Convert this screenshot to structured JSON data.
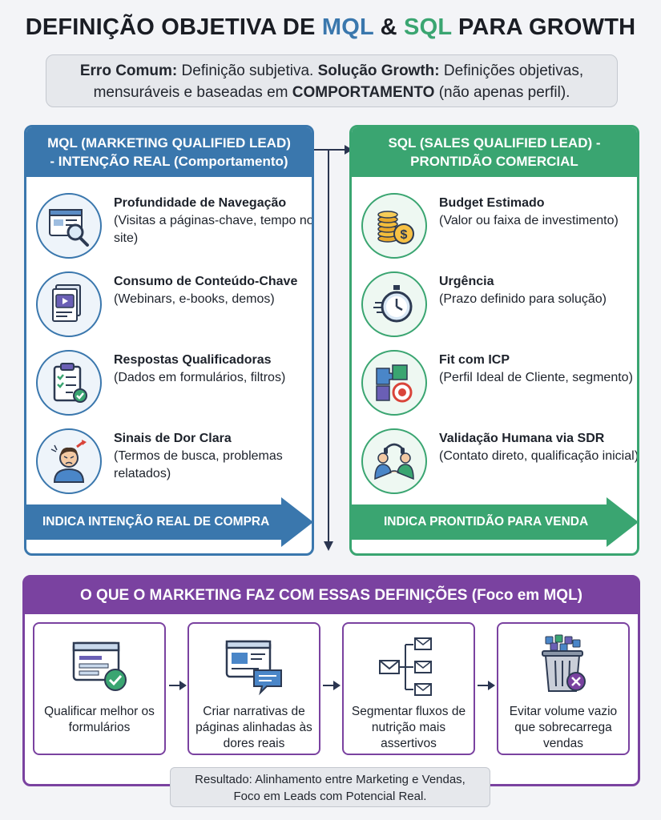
{
  "title": {
    "prefix": "DEFINIÇÃO OBJETIVA DE ",
    "mql": "MQL",
    "amp": " & ",
    "sql": "SQL",
    "suffix": " PARA GROWTH"
  },
  "banner": {
    "label1": "Erro Comum:",
    "text1": " Definição subjetiva. ",
    "label2": "Solução Growth:",
    "text2": " Definições objetivas, mensuráveis e baseadas em ",
    "emph": "COMPORTAMENTO",
    "text3": " (não apenas perfil)."
  },
  "mql": {
    "header_line1": "MQL (MARKETING QUALIFIED LEAD)",
    "header_line2": "- INTENÇÃO REAL (Comportamento)",
    "items": [
      {
        "title": "Profundidade de Navegação",
        "desc": "(Visitas a páginas-chave, tempo no site)",
        "icon": "browser-magnifier-icon"
      },
      {
        "title": "Consumo de Conteúdo-Chave",
        "desc": "(Webinars, e-books, demos)",
        "icon": "content-video-icon"
      },
      {
        "title": "Respostas Qualificadoras",
        "desc": "(Dados em formulários, filtros)",
        "icon": "clipboard-check-icon"
      },
      {
        "title": "Sinais de Dor Clara",
        "desc": "(Termos de busca, problemas relatados)",
        "icon": "frustrated-person-icon"
      }
    ],
    "arrow_label": "INDICA INTENÇÃO REAL DE COMPRA"
  },
  "sql": {
    "header_line1": "SQL (SALES QUALIFIED LEAD) -",
    "header_line2": "PRONTIDÃO COMERCIAL",
    "items": [
      {
        "title": "Budget Estimado",
        "desc": "(Valor ou faixa de investimento)",
        "icon": "coins-dollar-icon"
      },
      {
        "title": "Urgência",
        "desc": "(Prazo definido para solução)",
        "icon": "stopwatch-icon"
      },
      {
        "title": "Fit com ICP",
        "desc": "(Perfil Ideal de Cliente, segmento)",
        "icon": "puzzle-target-icon"
      },
      {
        "title": "Validação Humana via SDR",
        "desc": "(Contato direto, qualificação inicial)",
        "icon": "handshake-headset-icon"
      }
    ],
    "arrow_label": "INDICA PRONTIDÃO PARA VENDA"
  },
  "marketing": {
    "header": "O QUE O MARKETING FAZ COM ESSAS DEFINIÇÕES (Foco em MQL)",
    "steps": [
      {
        "label": "Qualificar melhor os formulários",
        "icon": "form-check-icon"
      },
      {
        "label": "Criar narrativas de páginas alinhadas às dores reais",
        "icon": "page-chat-icon"
      },
      {
        "label": "Segmentar fluxos de nutrição mais assertivos",
        "icon": "email-flow-icon"
      },
      {
        "label": "Evitar volume vazio que sobrecarrega vendas",
        "icon": "trash-overflow-icon"
      }
    ],
    "result_line1": "Resultado: Alinhamento entre Marketing e Vendas,",
    "result_line2": "Foco em Leads com Potencial Real."
  },
  "colors": {
    "mql": "#3a77ad",
    "sql": "#3aa571",
    "marketing": "#7a42a0"
  }
}
